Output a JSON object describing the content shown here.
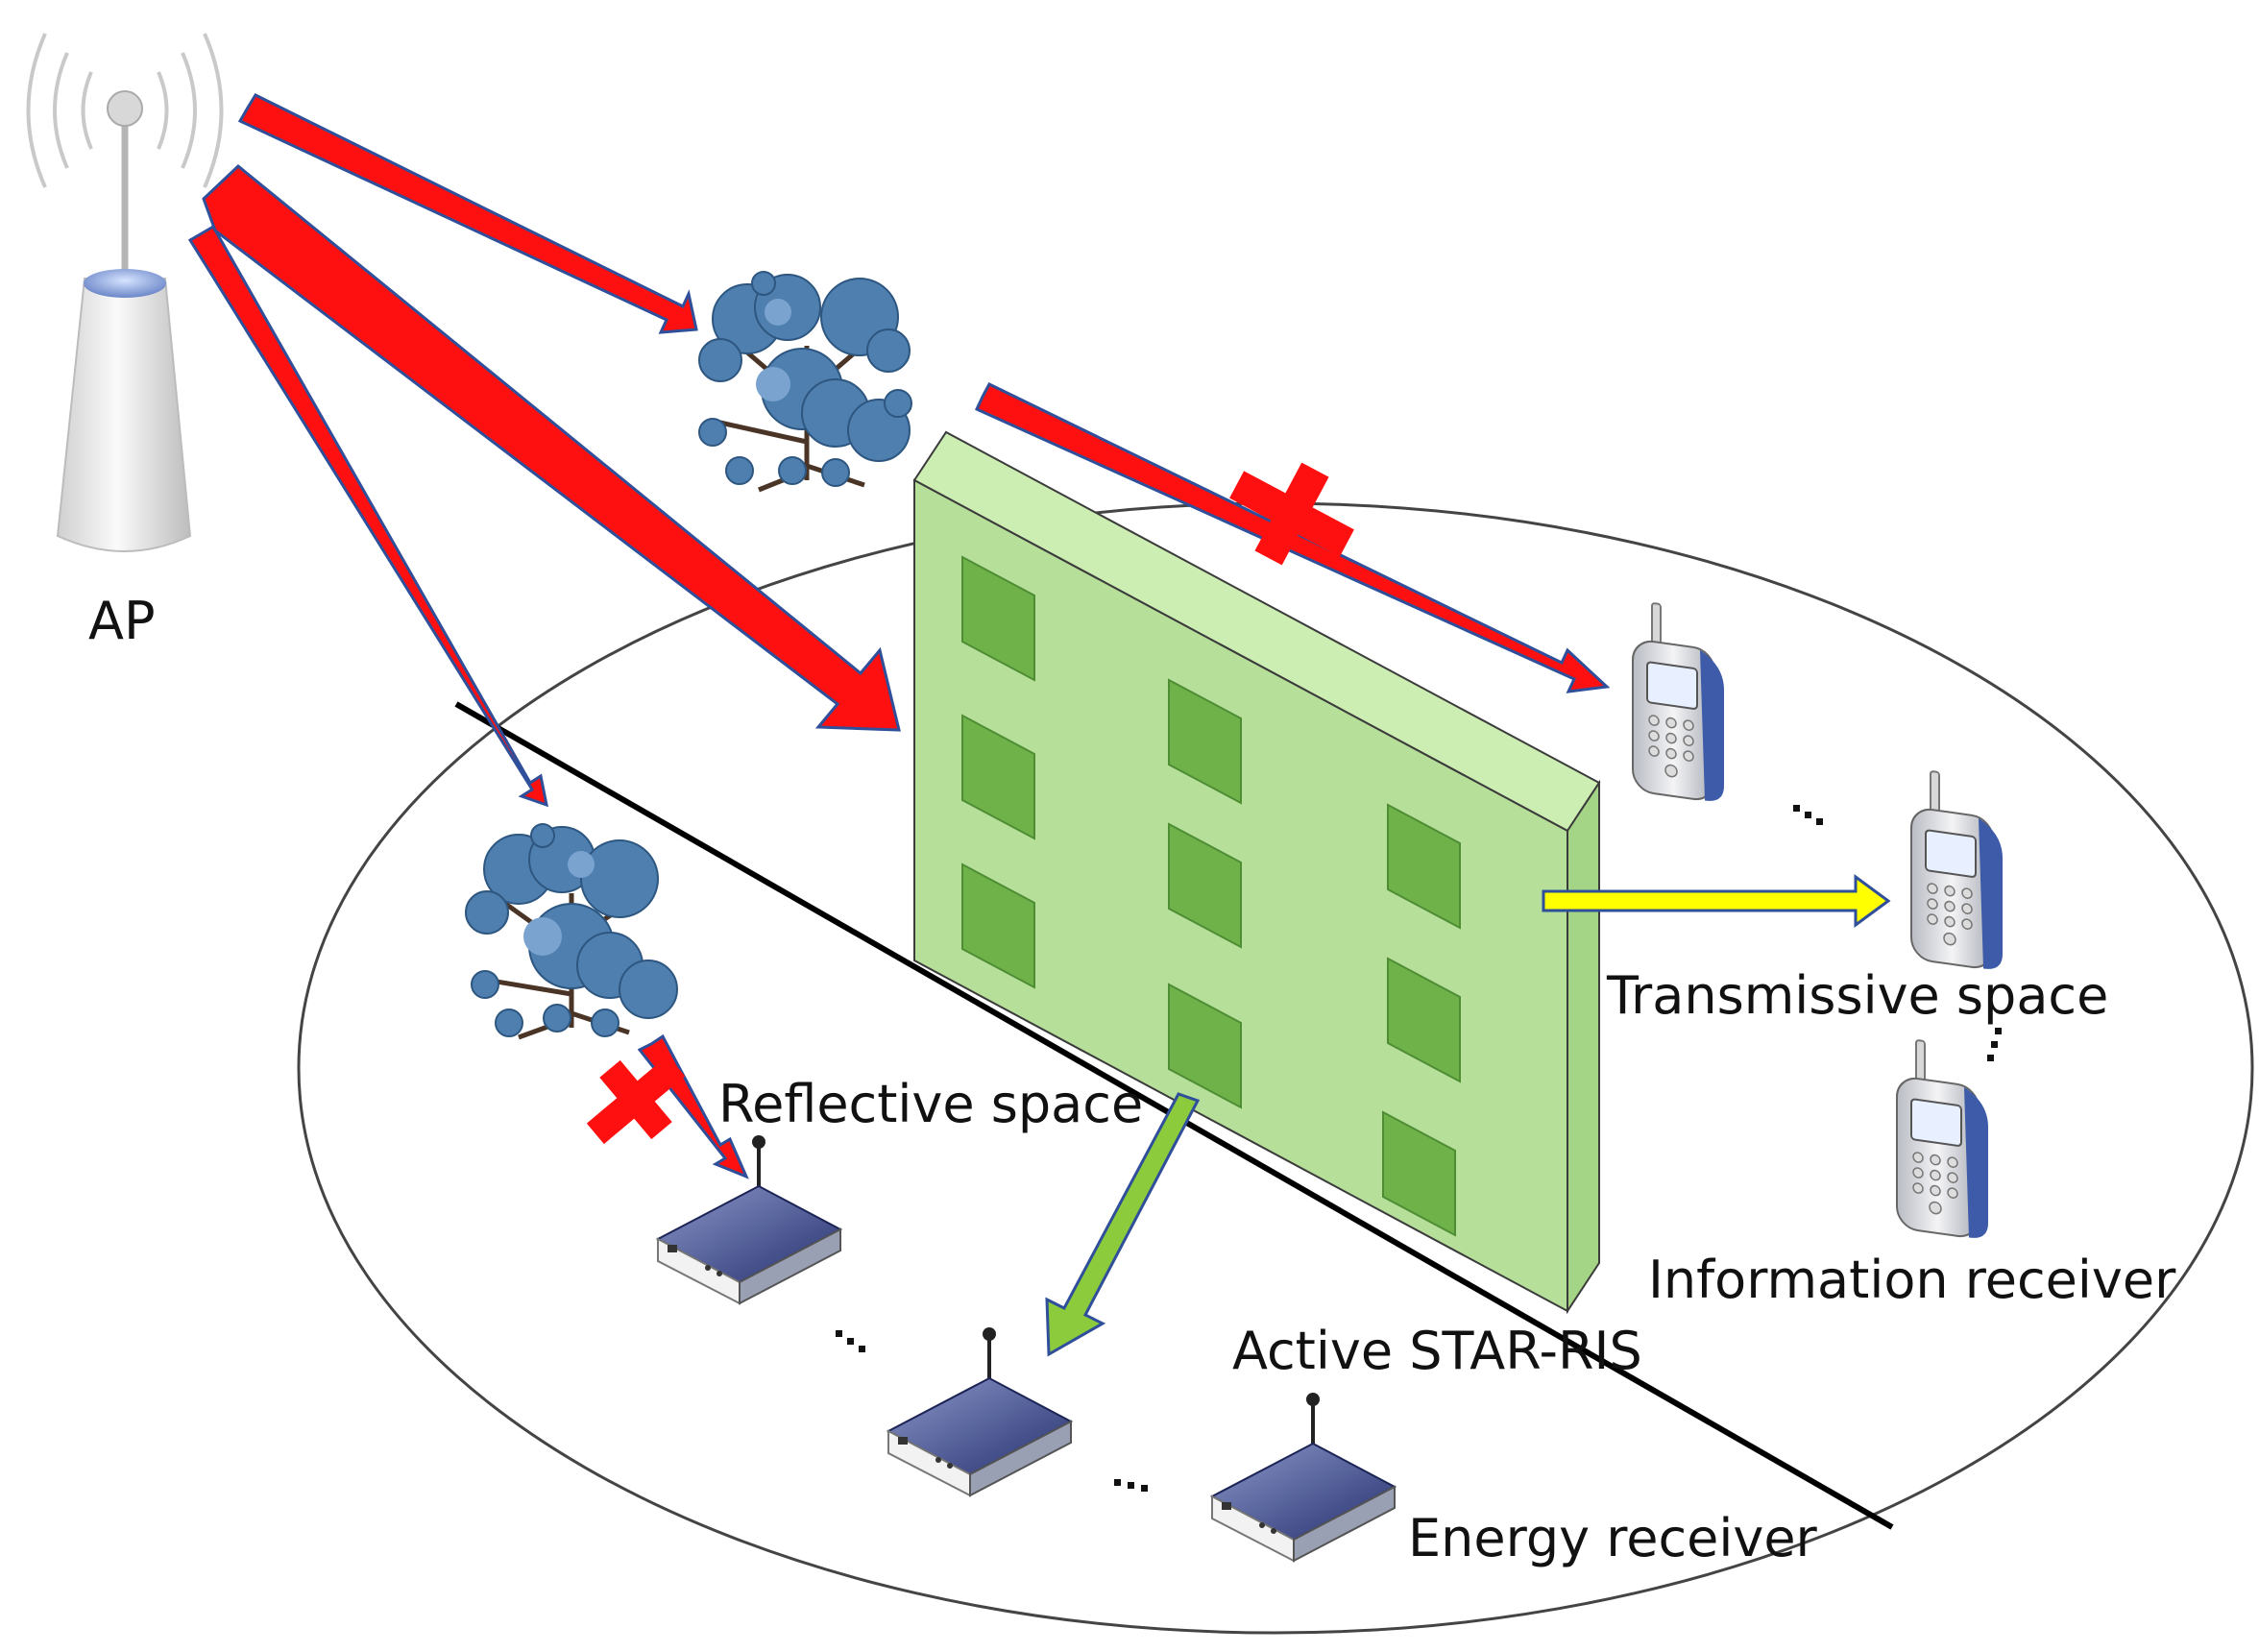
{
  "labels": {
    "ap": "AP",
    "reflective_space": "Reflective space",
    "transmissive_space": "Transmissive space",
    "information_receiver": "Information receiver",
    "active_star_ris": "Active STAR-RIS",
    "energy_receiver": "Energy receiver"
  },
  "colors": {
    "signal_arrow": "#ff1010",
    "arrow_outline": "#2f4f9a",
    "transmission_arrow": "#ffff00",
    "reflection_arrow": "#8ccc3c",
    "ris_surface": "#b6df9a",
    "ris_element": "#6fb24a",
    "tree_foliage": "#4f7fae",
    "blocked_mark": "#ff1010"
  },
  "icons": {
    "access_point": "wifi-tower-icon",
    "user_phone": "mobile-phone-icon",
    "energy_device": "router-icon",
    "obstacle": "tree-icon",
    "blocked": "cross-mark-icon"
  }
}
